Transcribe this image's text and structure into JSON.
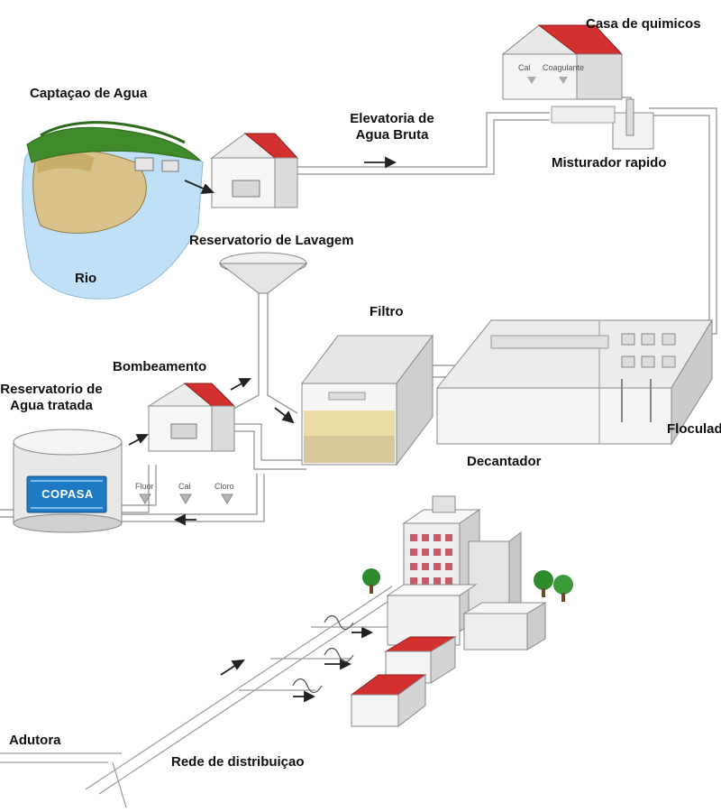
{
  "labels": {
    "casa_quimicos": "Casa de quimicos",
    "captacao": "Captaçao de Agua",
    "elevatoria": "Elevatoria de\nAgua Bruta",
    "misturador": "Misturador rapido",
    "reservatorio_lavagem": "Reservatorio de Lavagem",
    "rio": "Rio",
    "filtro": "Filtro",
    "bombeamento": "Bombeamento",
    "reservatorio_tratada": "Reservatorio de\nAgua tratada",
    "floculador": "Floculador",
    "decantador": "Decantador",
    "adutora": "Adutora",
    "rede": "Rede de distribuiçao"
  },
  "chemicals": {
    "cal_top": "Cal",
    "coagulante": "Coagulante",
    "fluor": "Fluor",
    "cal": "Cal",
    "cloro": "Cloro"
  },
  "brand": {
    "copasa": "COPASA",
    "roof_color": "#d2312f",
    "tank_blue": "#1e7ac4",
    "water_blue": "#bfe0f6",
    "vegetation_green": "#3f8a2a"
  }
}
